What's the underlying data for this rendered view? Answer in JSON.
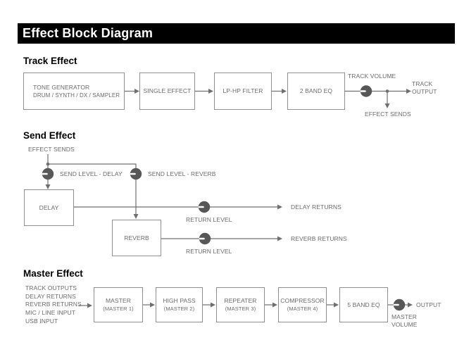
{
  "title": "Effect Block Diagram",
  "colors": {
    "header_bg": "#000000",
    "line_gray": "#6f6f6f",
    "box_border": "#8f8f8f",
    "knob_fill": "#575757"
  },
  "track": {
    "heading": "Track Effect",
    "tone_generator": {
      "line1": "TONE GENERATOR",
      "line2": "DRUM / SYNTH / DX / SAMPLER"
    },
    "single_effect": "SINGLE EFFECT",
    "lp_hp_filter": "LP-HP FILTER",
    "two_band_eq": "2 BAND EQ",
    "track_volume": "TRACK VOLUME",
    "track_output": {
      "line1": "TRACK",
      "line2": "OUTPUT"
    },
    "effect_sends": "EFFECT SENDS"
  },
  "send": {
    "heading": "Send Effect",
    "effect_sends": "EFFECT SENDS",
    "send_level_delay": "SEND LEVEL - DELAY",
    "send_level_reverb": "SEND LEVEL - REVERB",
    "delay": "DELAY",
    "reverb": "REVERB",
    "return_level": "RETURN LEVEL",
    "delay_returns": "DELAY RETURNS",
    "reverb_returns": "REVERB RETURNS"
  },
  "master": {
    "heading": "Master Effect",
    "inputs": [
      "TRACK OUTPUTS",
      "DELAY RETURNS",
      "REVERB RETURNS",
      "MIC / LINE INPUT",
      "USB INPUT"
    ],
    "boxes": [
      {
        "label": "MASTER",
        "sub": "(MASTER 1)"
      },
      {
        "label": "HIGH PASS",
        "sub": "(MASTER 2)"
      },
      {
        "label": "REPEATER",
        "sub": "(MASTER 3)"
      },
      {
        "label": "COMPRESSOR",
        "sub": "(MASTER 4)"
      },
      {
        "label": "5 BAND EQ",
        "sub": ""
      }
    ],
    "output": "OUTPUT",
    "master_volume": {
      "line1": "MASTER",
      "line2": "VOLUME"
    }
  }
}
